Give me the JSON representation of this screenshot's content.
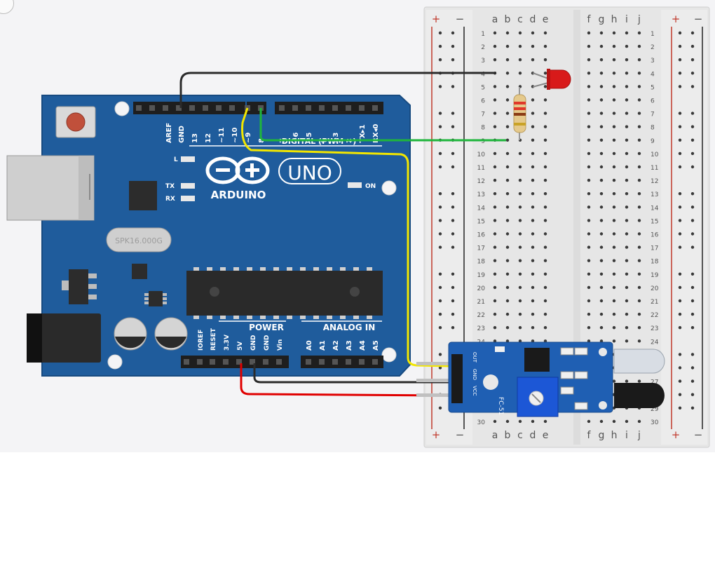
{
  "breadboard": {
    "left_cols": [
      "a",
      "b",
      "c",
      "d",
      "e"
    ],
    "right_cols": [
      "f",
      "g",
      "h",
      "i",
      "j"
    ],
    "row_count": 30,
    "rail_plus": "+",
    "rail_minus": "−"
  },
  "arduino": {
    "brand": "ARDUINO",
    "model": "UNO",
    "crystal": "SPK16.000G",
    "on_label": "ON",
    "l_label": "L",
    "tx_label": "TX",
    "rx_label": "RX",
    "digital_label": "DIGITAL (PWM ~)",
    "power_label": "POWER",
    "analog_label": "ANALOG IN",
    "digital_pins": [
      "AREF",
      "GND",
      "13",
      "12",
      "~11",
      "~10",
      "~9",
      "8",
      "7",
      "~6",
      "~5",
      "4",
      "~3",
      "2",
      "TX▸1",
      "RX◂0"
    ],
    "power_pins": [
      "IOREF",
      "RESET",
      "3.3V",
      "5V",
      "GND",
      "GND",
      "Vin"
    ],
    "analog_pins": [
      "A0",
      "A1",
      "A2",
      "A3",
      "A4",
      "A5"
    ]
  },
  "sensor": {
    "model": "FC-51",
    "pins": [
      "OUT",
      "GND",
      "VCC"
    ]
  },
  "colors": {
    "board_blue": "#1f5c9c",
    "wire_black": "#2b2b2b",
    "wire_green": "#1fb53c",
    "wire_yellow": "#f2e600",
    "wire_red": "#e00000",
    "led_red": "#d81a1a",
    "rail_red": "#c0392b"
  },
  "icons": [
    "usb-connector",
    "power-jack",
    "reset-button",
    "led",
    "resistor",
    "ir-sensor-module",
    "potentiometer"
  ]
}
